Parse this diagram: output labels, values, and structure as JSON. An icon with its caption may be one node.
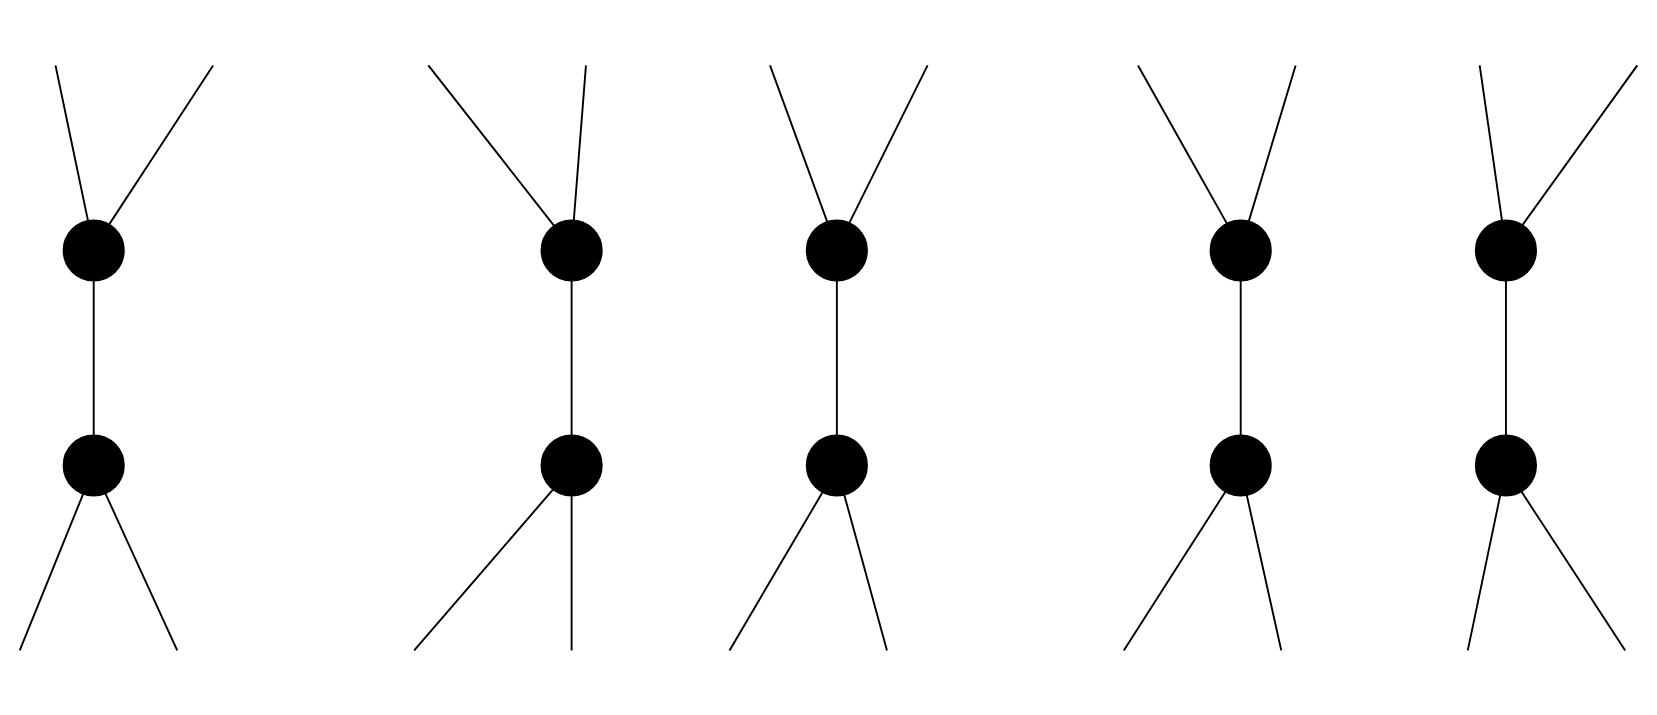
{
  "diagram": {
    "nodes": [
      {
        "text": [],
        "shape": "circle"
      },
      {
        "text": [],
        "shape": "circle"
      },
      {
        "text": [],
        "shape": "circle"
      },
      {
        "text": [],
        "shape": "circle"
      },
      {
        "text": [],
        "shape": "circle"
      },
      {
        "text": [],
        "shape": "circle"
      },
      {
        "text": [],
        "shape": "circle"
      },
      {
        "text": [],
        "shape": "circle"
      },
      {
        "text": [],
        "shape": "circle"
      },
      {
        "text": [],
        "shape": "circle"
      }
    ],
    "edges": [
      {
        "from": null,
        "to": 0,
        "arrow": "none"
      },
      {
        "from": null,
        "to": 0,
        "arrow": "none"
      },
      {
        "from": 0,
        "to": 1,
        "arrow": "none"
      },
      {
        "from": 1,
        "to": null,
        "arrow": "none"
      },
      {
        "from": 1,
        "to": null,
        "arrow": "none"
      },
      {
        "from": null,
        "to": 2,
        "arrow": "none"
      },
      {
        "from": null,
        "to": 2,
        "arrow": "none"
      },
      {
        "from": 2,
        "to": 3,
        "arrow": "none"
      },
      {
        "from": 3,
        "to": null,
        "arrow": "none"
      },
      {
        "from": 3,
        "to": null,
        "arrow": "none"
      },
      {
        "from": null,
        "to": 4,
        "arrow": "none"
      },
      {
        "from": null,
        "to": 4,
        "arrow": "none"
      },
      {
        "from": 4,
        "to": 5,
        "arrow": "none"
      },
      {
        "from": 5,
        "to": null,
        "arrow": "none"
      },
      {
        "from": 5,
        "to": null,
        "arrow": "none"
      },
      {
        "from": null,
        "to": 6,
        "arrow": "none"
      },
      {
        "from": null,
        "to": 6,
        "arrow": "none"
      },
      {
        "from": 6,
        "to": 7,
        "arrow": "none"
      },
      {
        "from": 7,
        "to": null,
        "arrow": "none"
      },
      {
        "from": 7,
        "to": null,
        "arrow": "none"
      },
      {
        "from": null,
        "to": 8,
        "arrow": "none"
      },
      {
        "from": null,
        "to": 8,
        "arrow": "none"
      },
      {
        "from": 8,
        "to": 9,
        "arrow": "none"
      },
      {
        "from": 9,
        "to": null,
        "arrow": "none"
      },
      {
        "from": 9,
        "to": null,
        "arrow": "none"
      }
    ]
  }
}
